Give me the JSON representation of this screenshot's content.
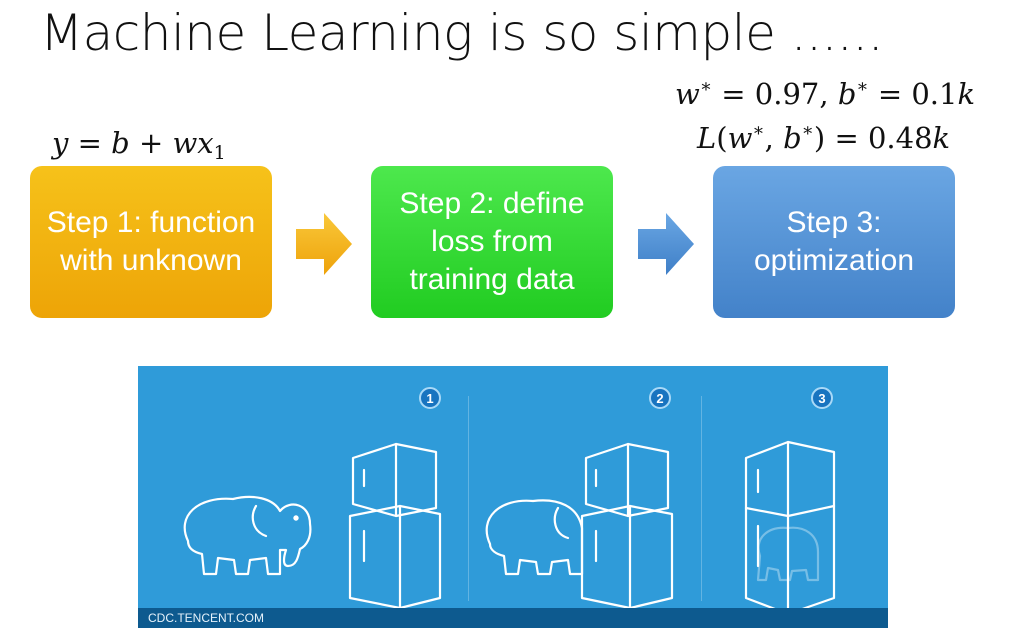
{
  "title": "Machine Learning is so simple ......",
  "equations": {
    "model": {
      "y": "y",
      "eq": "=",
      "b": "b",
      "plus": "+",
      "w": "w",
      "x": "x",
      "sub": "1"
    },
    "params": {
      "text": "w* = 0.97, b* = 0.1k"
    },
    "loss": {
      "text": "L(w*, b*) = 0.48k"
    }
  },
  "steps": [
    {
      "label": "Step 1: function with unknown",
      "color": "#f0b30e"
    },
    {
      "label": "Step 2: define loss from training data",
      "color": "#2fd62f"
    },
    {
      "label": "Step 3: optimization",
      "color": "#5492d6"
    }
  ],
  "arrows": [
    {
      "icon": "right-arrow-icon",
      "color": "#f4b81a"
    },
    {
      "icon": "right-arrow-icon",
      "color": "#4f8fd4"
    }
  ],
  "illustration": {
    "badges": [
      "1",
      "2",
      "3"
    ],
    "footer": "CDC.TENCENT.COM",
    "background": "#2f9bd9",
    "icons": [
      "elephant-icon",
      "refrigerator-icon"
    ]
  }
}
